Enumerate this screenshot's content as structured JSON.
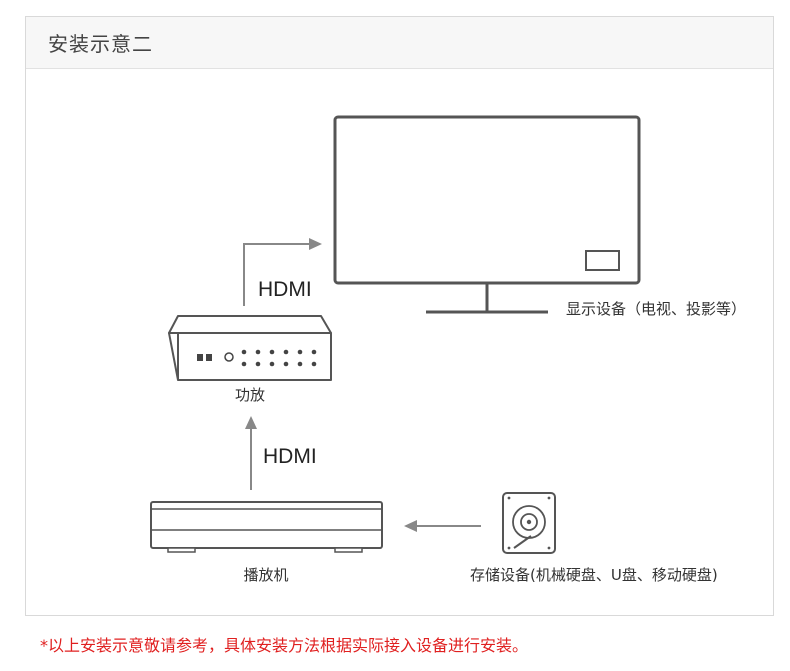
{
  "panel": {
    "title": "安装示意二"
  },
  "diagram": {
    "display_label": "显示设备（电视、投影等）",
    "amplifier_label": "功放",
    "player_label": "播放机",
    "storage_label": "存储设备(机械硬盘、U盘、移动硬盘)",
    "hdmi_top_label": "HDMI",
    "hdmi_bottom_label": "HDMI",
    "line_color": "#555555",
    "arrow_color": "#888888"
  },
  "footnote": "*以上安装示意敬请参考，具体安装方法根据实际接入设备进行安装。"
}
